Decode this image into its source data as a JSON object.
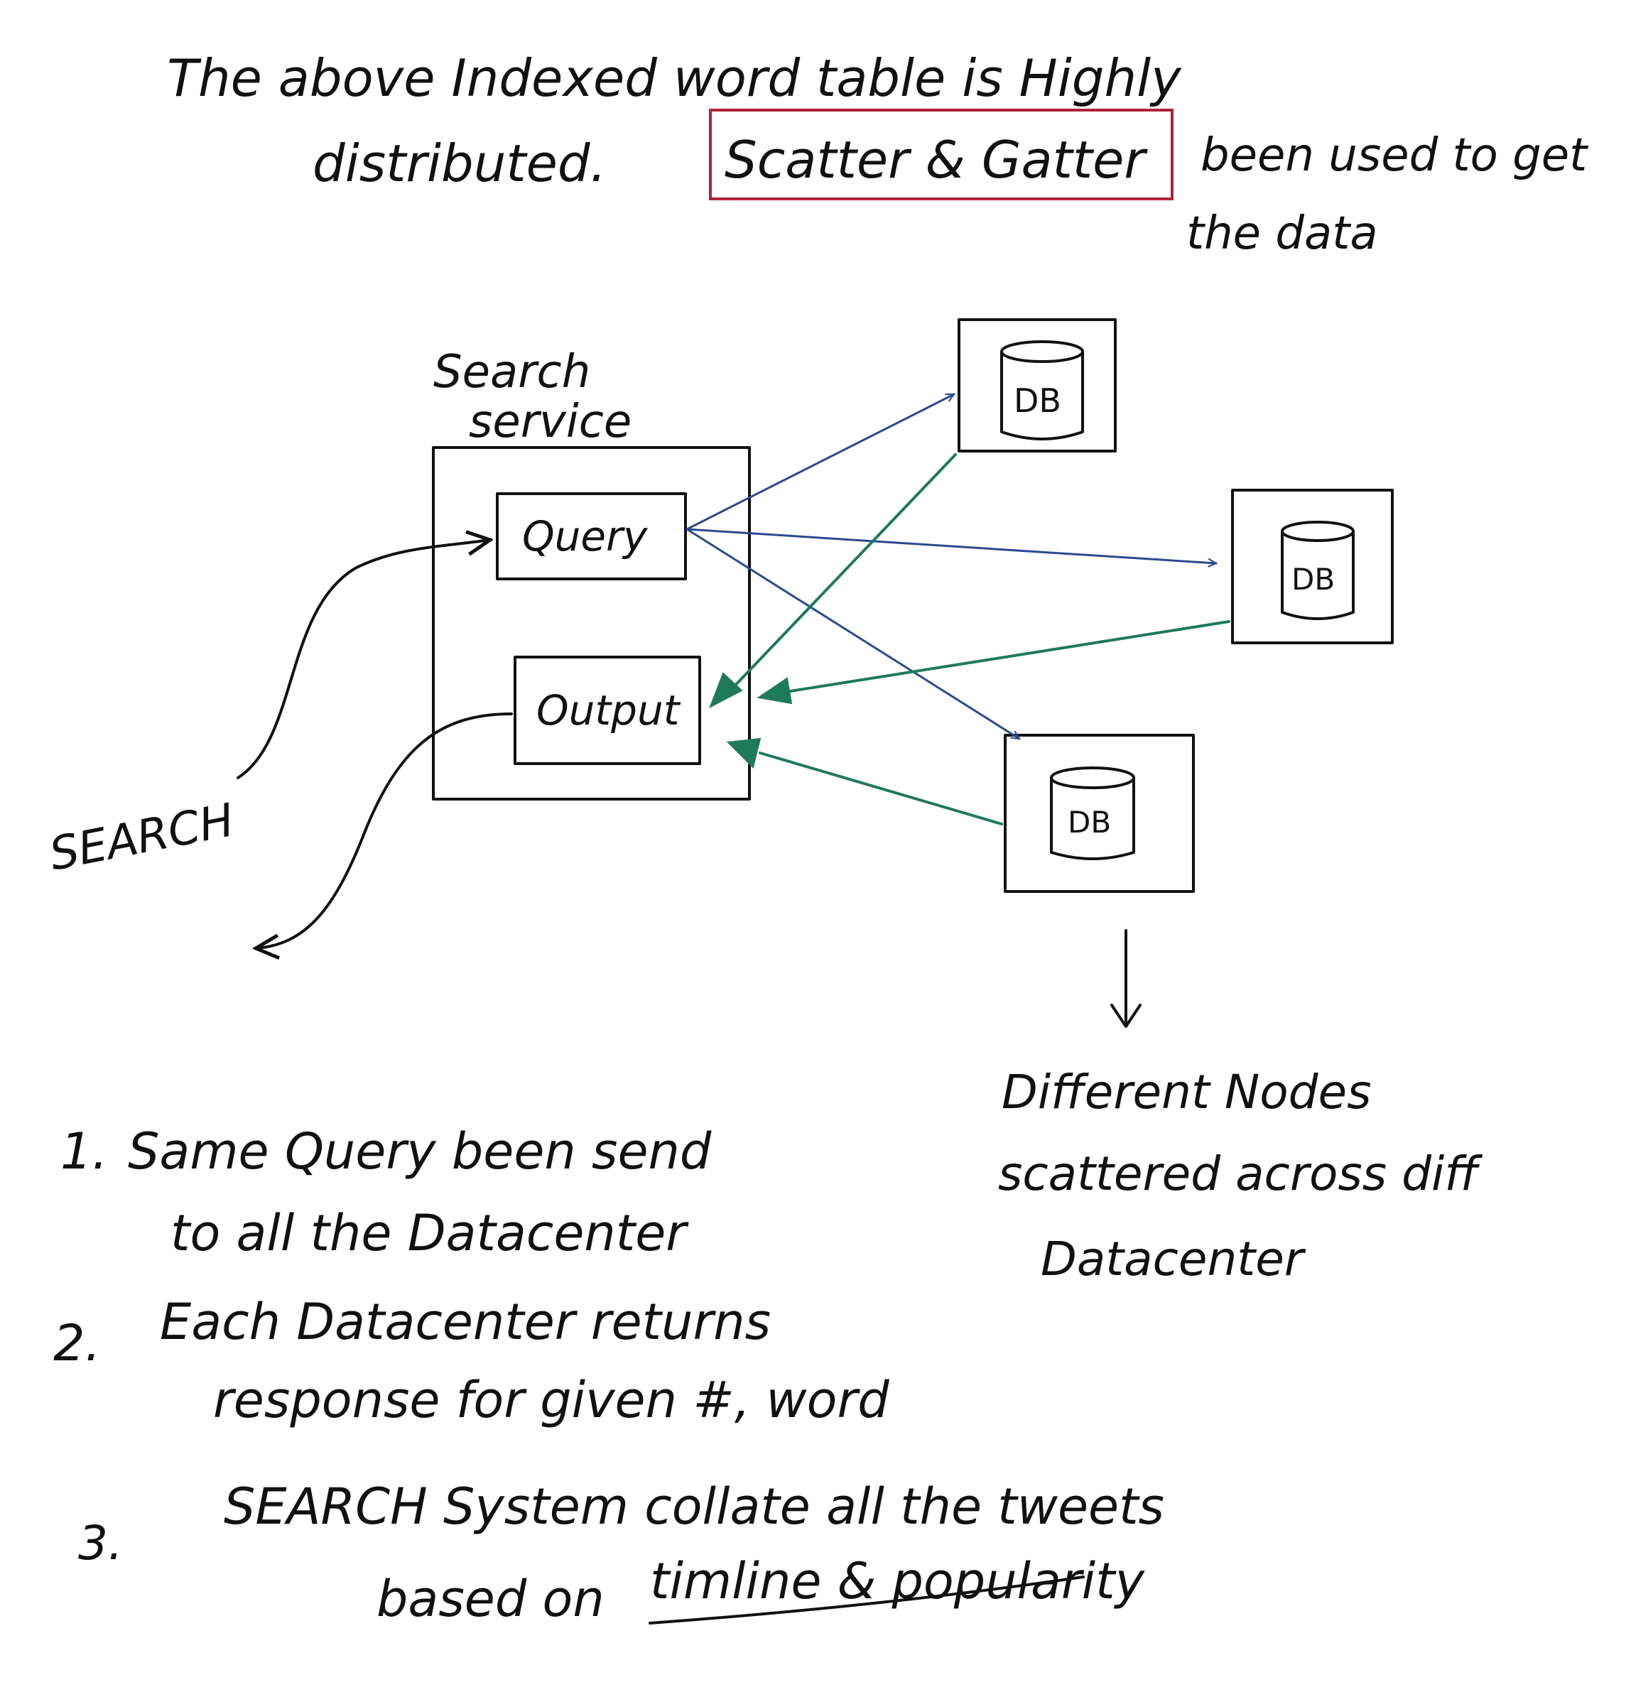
{
  "header": {
    "line1": "The above Indexed word table is Highly",
    "line2": "distributed.",
    "highlight": "Scatter & Gatter",
    "line2_rest": "been used to get",
    "line3": "the data"
  },
  "diagram": {
    "service_title_line1": "Search",
    "service_title_line2": "service",
    "query_label": "Query",
    "output_label": "Output",
    "search_label": "SEARCH",
    "db_labels": [
      "DB",
      "DB",
      "DB"
    ],
    "nodes_note": [
      "Different Nodes",
      "scattered across diff",
      "Datacenter"
    ]
  },
  "steps": [
    {
      "num": "1.",
      "lines": [
        "Same Query been send",
        "to all the Datacenter"
      ]
    },
    {
      "num": "2.",
      "lines": [
        "Each Datacenter returns",
        "response for given #, word"
      ]
    },
    {
      "num": "3.",
      "lines": [
        "SEARCH System collate all the tweets",
        "based on"
      ],
      "underlined": "timline & popularity"
    }
  ],
  "colors": {
    "ink": "#111111",
    "highlight_box": "#b0223a",
    "scatter_arrow": "#2a4a8f",
    "gather_arrow": "#1f7a5a"
  }
}
